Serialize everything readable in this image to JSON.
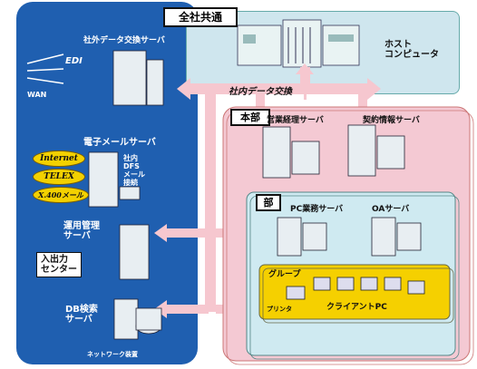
{
  "diagram": {
    "top_center": "全社共通",
    "host": "ホスト\nコンピュータ",
    "exchange_label": "社内データ交換",
    "hq": "本部",
    "dept": "部",
    "group": "グループ",
    "left": {
      "external_exchange": "社外データ交換サーバ",
      "edi": "EDI",
      "wan": "WAN",
      "mail_server": "電子メールサーバ",
      "internal_dfs": "社内\nDFS\nメール\n接続",
      "internet": "Internet",
      "telex": "TELEX",
      "x400": "X.400メール",
      "ops_server": "運用管理\nサーバ",
      "io_center": "入出力\nセンター",
      "db_server": "DB検索\nサーバ",
      "network_device": "ネットワーク装置"
    },
    "right": {
      "sales_server": "営業経理サーバ",
      "contract_server": "契約情報サーバ",
      "pc_server": "PC業務サーバ",
      "oa_server": "OAサーバ",
      "printer": "プリンタ",
      "client_pc": "クライアントPC"
    }
  }
}
